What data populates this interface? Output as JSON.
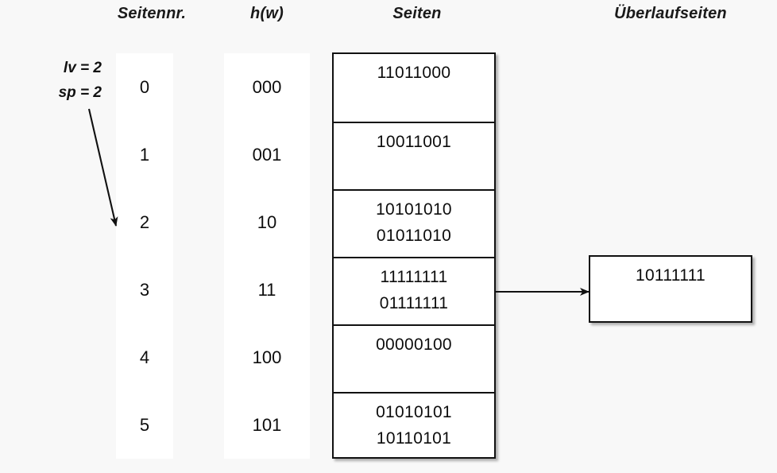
{
  "headers": {
    "seitennr": "Seitennr.",
    "hw": "h(w)",
    "seiten": "Seiten",
    "ueberlaufseiten": "Überlaufseiten"
  },
  "params": {
    "lv": "lv = 2",
    "sp": "sp = 2"
  },
  "rows": [
    {
      "seitennr": "0",
      "hw": "000"
    },
    {
      "seitennr": "1",
      "hw": "001"
    },
    {
      "seitennr": "2",
      "hw": "10"
    },
    {
      "seitennr": "3",
      "hw": "11"
    },
    {
      "seitennr": "4",
      "hw": "100"
    },
    {
      "seitennr": "5",
      "hw": "101"
    }
  ],
  "pages": [
    {
      "lines": [
        "11011000"
      ]
    },
    {
      "lines": [
        "10011001"
      ]
    },
    {
      "lines": [
        "10101010",
        "01011010"
      ]
    },
    {
      "lines": [
        "11111111",
        "01111111"
      ]
    },
    {
      "lines": [
        "00000100"
      ]
    },
    {
      "lines": [
        "01010101",
        "10110101"
      ]
    }
  ],
  "overflow_pages": [
    {
      "lines": [
        "10111111"
      ]
    }
  ],
  "colors": {
    "background": "#f8f8f8",
    "box_fill": "#ffffff",
    "stroke": "#111111",
    "text": "#0d0d0d"
  }
}
